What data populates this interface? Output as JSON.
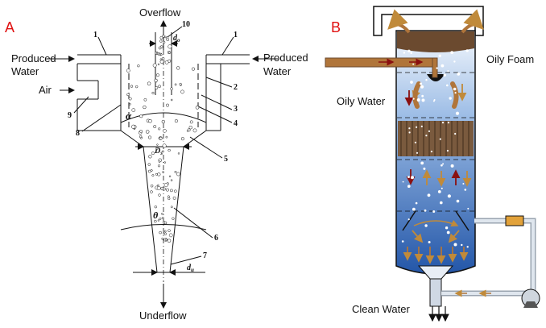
{
  "panels": {
    "a": {
      "letter": "A",
      "labels": {
        "overflow": "Overflow",
        "underflow": "Underflow",
        "produced_water_left_1": "Produced",
        "produced_water_left_2": "Water",
        "produced_water_right_1": "Produced",
        "produced_water_right_2": "Water",
        "air": "Air"
      },
      "part_numbers": [
        "1",
        "1",
        "2",
        "3",
        "4",
        "5",
        "6",
        "7",
        "8",
        "9",
        "10"
      ],
      "symbols": {
        "d_o": "d",
        "d_o_sub": "o",
        "alpha": "α",
        "d_s": "D",
        "d_s_sub": "s",
        "theta": "θ",
        "d_u": "d",
        "d_u_sub": "u"
      }
    },
    "b": {
      "letter": "B",
      "labels": {
        "oily_foam": "Oily Foam",
        "oily_water": "Oily Water",
        "clean_water": "Clean Water"
      }
    }
  },
  "colors": {
    "panel_letter": "#e01010",
    "vessel_top": "#eef5fc",
    "vessel_bottom": "#1f55a8",
    "foam": "#6b4a2f",
    "pipe": "#b0753a",
    "arrow_tan": "#c08a3a",
    "arrow_red": "#8a1010"
  }
}
